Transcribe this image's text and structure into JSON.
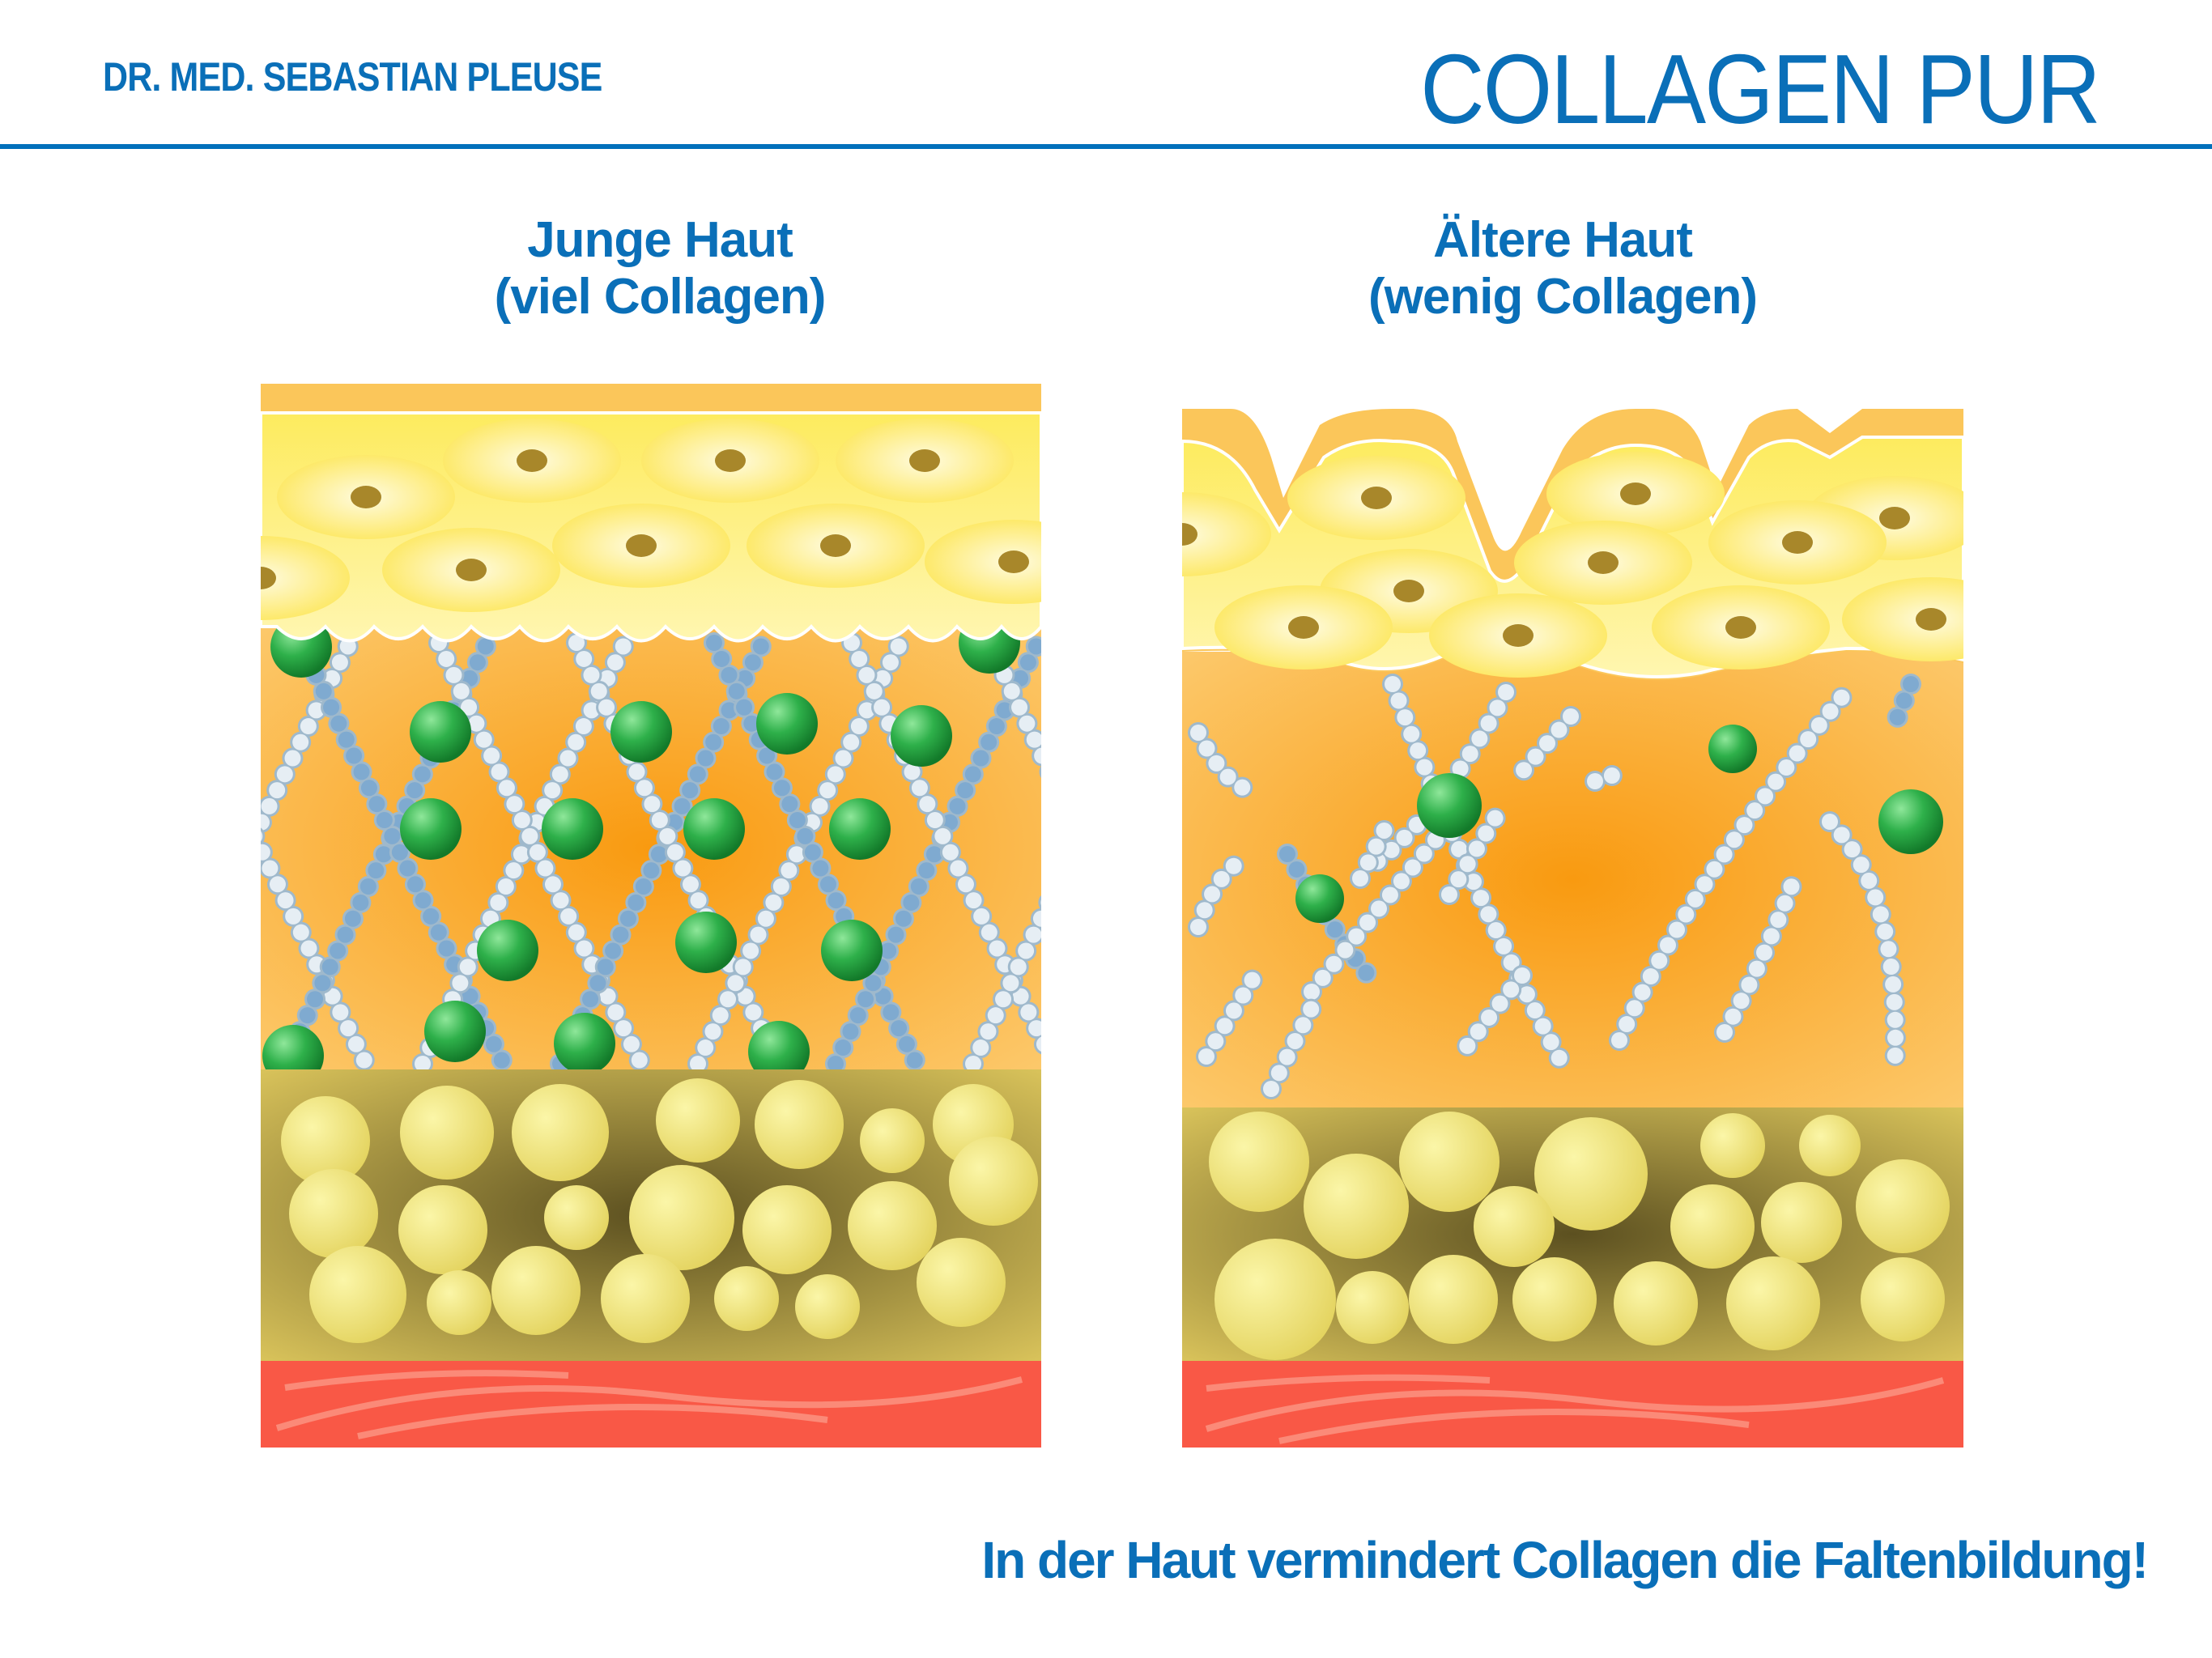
{
  "header": {
    "author": "DR. MED. SEBASTIAN PLEUSE",
    "title": "COLLAGEN PUR"
  },
  "panels": [
    {
      "title": "Junge Haut",
      "subtitle": "(viel Collagen)"
    },
    {
      "title": "Ältere Haut",
      "subtitle": "(wenig Collagen)"
    }
  ],
  "caption": "In der Haut vermindert Collagen die Faltenbildung!",
  "colors": {
    "brand": "#0070bb",
    "epidermis": "#fde96a",
    "dermis": "#f9a62b",
    "fat": "#d8c25a",
    "muscle": "#f95846",
    "collagen": "#dfe9f1",
    "elastin": "#2eb04a"
  }
}
